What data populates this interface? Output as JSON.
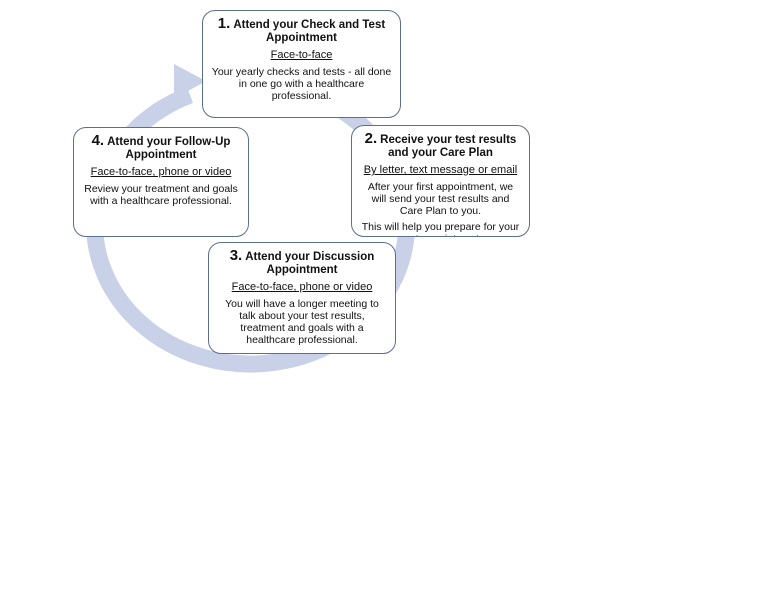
{
  "steps": [
    {
      "number": "1.",
      "title": "Attend your Check and Test Appointment",
      "mode": "Face-to-face",
      "description": [
        "Your yearly checks and tests - all done in one go with a healthcare professional."
      ]
    },
    {
      "number": "2.",
      "title": "Receive your test results and your Care Plan",
      "mode": "By letter, text message or email",
      "description": [
        "After your first appointment, we will send your test results and Care Plan to you.",
        "This will help you prepare for your next appointment."
      ]
    },
    {
      "number": "3.",
      "title": "Attend your Discussion Appointment",
      "mode": "Face-to-face, phone or video",
      "description": [
        "You will have a longer meeting to talk about your test results, treatment and goals with a healthcare professional."
      ]
    },
    {
      "number": "4.",
      "title": "Attend your Follow-Up Appointment",
      "mode": "Face-to-face, phone or video",
      "description": [
        "Review your treatment and goals with a healthcare professional."
      ]
    }
  ],
  "colors": {
    "ring": "#c9d1e8",
    "card_border": "#5a6f92",
    "text": "#111111"
  }
}
